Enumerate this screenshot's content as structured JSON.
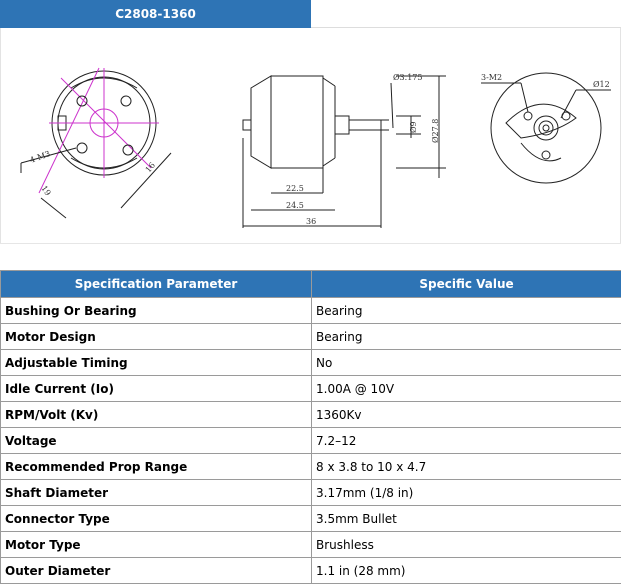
{
  "header": {
    "title": "C2808-1360"
  },
  "drawing": {
    "front_labels": [
      "4-M3",
      "19",
      "16"
    ],
    "side_labels": [
      "Ø3.175",
      "Ø9",
      "Ø27.8",
      "22.5",
      "24.5",
      "36"
    ],
    "rear_labels": [
      "3-M2",
      "Ø12"
    ]
  },
  "table": {
    "columns": [
      "Specification Parameter",
      "Specific Value"
    ],
    "rows": [
      {
        "param": "Bushing Or Bearing",
        "value": "Bearing"
      },
      {
        "param": "Motor Design",
        "value": "Bearing"
      },
      {
        "param": "Adjustable Timing",
        "value": "No"
      },
      {
        "param": "Idle Current (Io)",
        "value": "1.00A @ 10V"
      },
      {
        "param": "RPM/Volt (Kv)",
        "value": "1360Kv"
      },
      {
        "param": "Voltage",
        "value": "7.2–12"
      },
      {
        "param": "Recommended Prop Range",
        "value": "8 x 3.8 to 10 x 4.7"
      },
      {
        "param": "Shaft Diameter",
        "value": "3.17mm (1/8 in)"
      },
      {
        "param": "Connector Type",
        "value": "3.5mm Bullet"
      },
      {
        "param": "Motor Type",
        "value": "Brushless"
      },
      {
        "param": "Outer Diameter",
        "value": "1.1 in (28 mm)"
      }
    ]
  }
}
